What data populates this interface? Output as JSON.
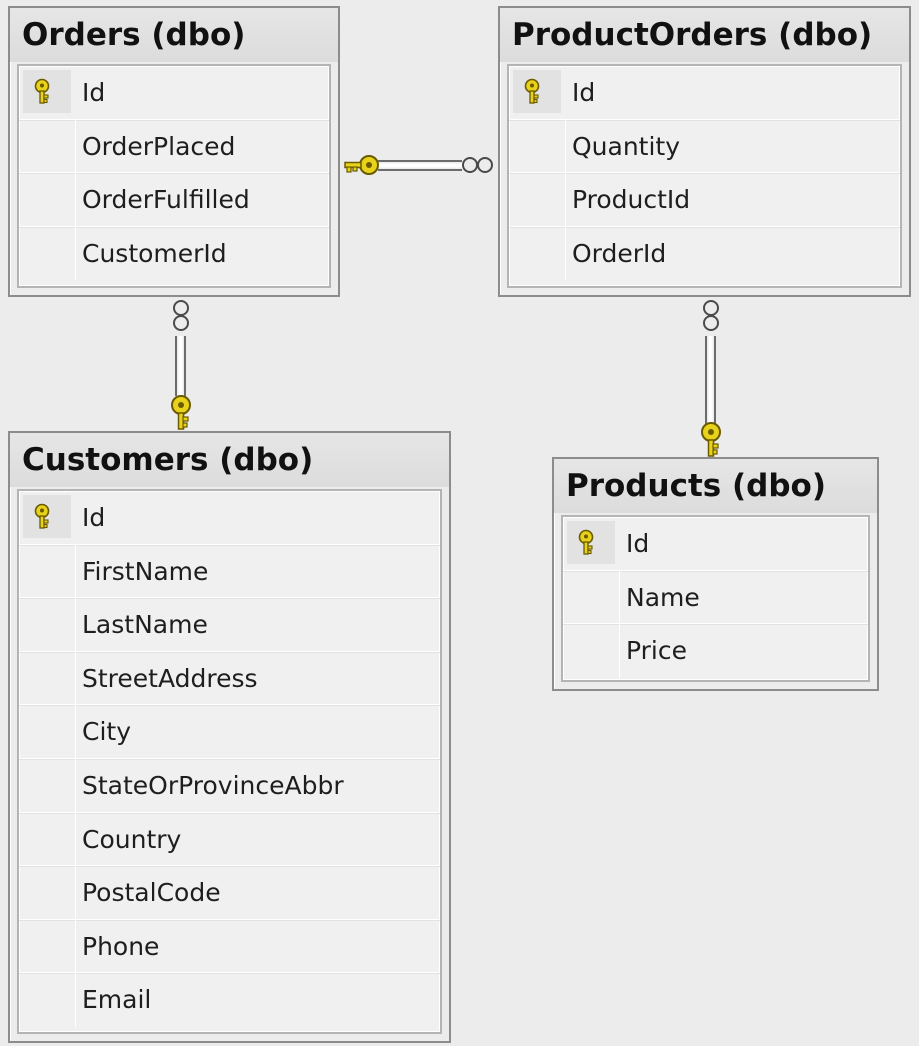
{
  "tables": {
    "orders": {
      "title": "Orders (dbo)",
      "fields": [
        "Id",
        "OrderPlaced",
        "OrderFulfilled",
        "CustomerId"
      ]
    },
    "product_orders": {
      "title": "ProductOrders (dbo)",
      "fields": [
        "Id",
        "Quantity",
        "ProductId",
        "OrderId"
      ]
    },
    "customers": {
      "title": "Customers (dbo)",
      "fields": [
        "Id",
        "FirstName",
        "LastName",
        "StreetAddress",
        "City",
        "StateOrProvinceAbbr",
        "Country",
        "PostalCode",
        "Phone",
        "Email"
      ]
    },
    "products": {
      "title": "Products (dbo)",
      "fields": [
        "Id",
        "Name",
        "Price"
      ]
    }
  },
  "colors": {
    "key": "#e8d21a",
    "key_outline": "#6a5a00",
    "connector": "#6c6c6c"
  },
  "icons": {
    "primary_key": "key-icon",
    "one_end": "key-icon",
    "many_end": "infinity-icon"
  }
}
